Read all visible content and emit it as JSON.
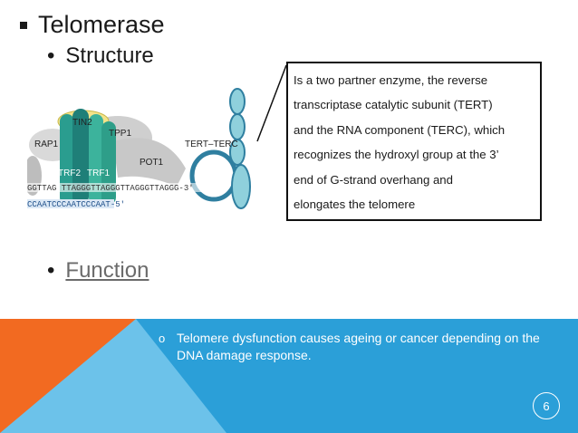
{
  "slide": {
    "heading": "Telomerase",
    "sub_heading": "Structure",
    "function_link": "Function",
    "page_number": "6"
  },
  "diagram": {
    "labels": {
      "tin2": "TIN2",
      "rap1": "RAP1",
      "tpp1": "TPP1",
      "pot1": "POT1",
      "trf2": "TRF2",
      "trf1": "TRF1",
      "tert_terc": "TERT–TERC",
      "top_strand": "GGTTAG      TTAGGGTTAGGGTTAGGGTTAGGG-3'",
      "bottom_strand": "CCAATCCCAATCCCAAT-5'"
    }
  },
  "textbox": {
    "lines": [
      "Is a two partner enzyme, the reverse",
      "transcriptase catalytic subunit (TERT)",
      "and the RNA component (TERC), which",
      "recognizes the hydroxyl group at the 3’",
      "end of G-strand overhang and",
      "elongates the telomere"
    ]
  },
  "footer": {
    "bullet_marker": "o",
    "text": "Telomere dysfunction causes ageing or cancer depending on the DNA damage response."
  },
  "colors": {
    "orange": "#f26a21",
    "blue": "#2b9fd8",
    "light_blue": "#6cc2ea",
    "teal": "#1f8f8a",
    "cyan_structure": "#5cbfd0"
  }
}
